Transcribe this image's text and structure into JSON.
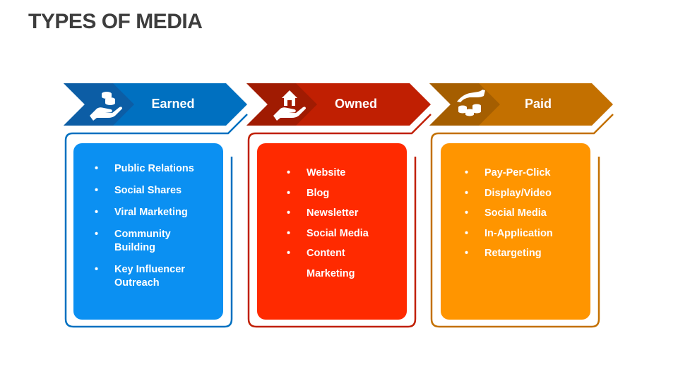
{
  "title": "TYPES OF MEDIA",
  "columns": [
    {
      "id": "earned",
      "label": "Earned",
      "icon": "hand-receiving-coins-icon",
      "colors": {
        "header_dark": "#0C5DA5",
        "header": "#0070C0",
        "panel": "#0B90F2",
        "outline": "#0070C0"
      },
      "items": [
        "Public Relations",
        "Social Shares",
        "Viral Marketing",
        "Community Building",
        "Key Influencer Outreach"
      ]
    },
    {
      "id": "owned",
      "label": "Owned",
      "icon": "hand-holding-house-icon",
      "colors": {
        "header_dark": "#A01B02",
        "header": "#C01F02",
        "panel": "#FF2A00",
        "outline": "#C01F02"
      },
      "items": [
        "Website",
        "Blog",
        "Newsletter",
        "Social Media",
        "Content",
        "Marketing"
      ]
    },
    {
      "id": "paid",
      "label": "Paid",
      "icon": "hand-over-coins-icon",
      "colors": {
        "header_dark": "#A55E00",
        "header": "#C37000",
        "panel": "#FF9500",
        "outline": "#C37000"
      },
      "items": [
        "Pay-Per-Click",
        "Display/Video",
        "Social Media",
        "In-Application",
        "Retargeting"
      ]
    }
  ],
  "bullet": "•"
}
